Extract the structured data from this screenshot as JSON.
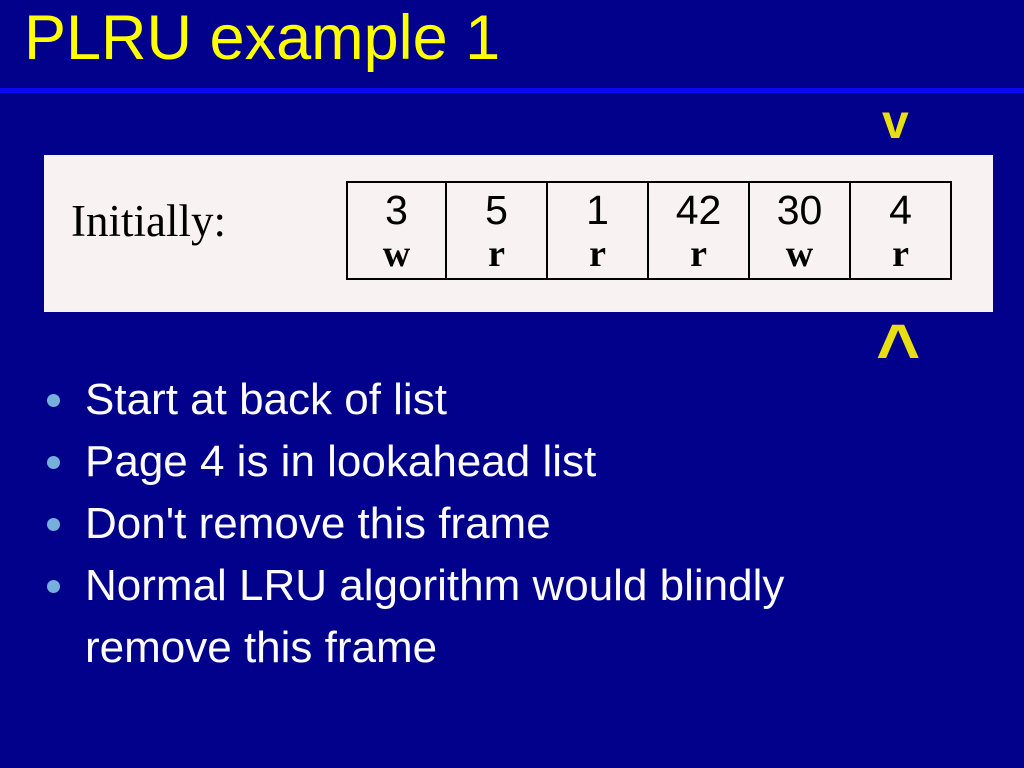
{
  "slide": {
    "title": "PLRU example 1",
    "pointer_top": "v",
    "pointer_bottom": "^",
    "figure": {
      "label": "Initially:",
      "frames": [
        {
          "page": "3",
          "flag": "w"
        },
        {
          "page": "5",
          "flag": "r"
        },
        {
          "page": "1",
          "flag": "r"
        },
        {
          "page": "42",
          "flag": "r"
        },
        {
          "page": "30",
          "flag": "w"
        },
        {
          "page": "4",
          "flag": "r"
        }
      ]
    },
    "bullets": [
      "Start at back of list",
      "Page 4 is in lookahead list",
      "Don't remove this frame",
      "Normal LRU algorithm would blindly remove this frame"
    ],
    "colors": {
      "background": "#01018B",
      "title": "#FFFF00",
      "rule": "#0909F5",
      "pointer": "#E8DF10",
      "bullet": "#76AFDB",
      "body_text": "#FCFCFC",
      "panel_bg": "#F8F3F2",
      "table_ink": "#000000"
    }
  }
}
